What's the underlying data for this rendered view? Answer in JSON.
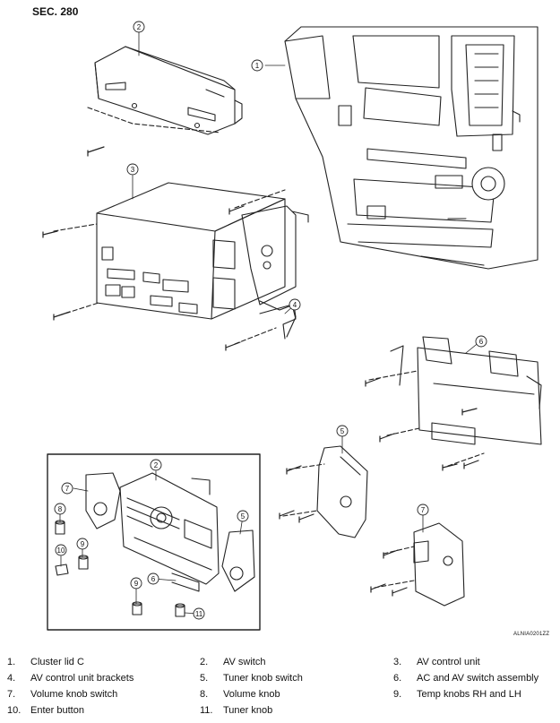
{
  "section": "SEC. 280",
  "figure_code": "ALNIA0201ZZ",
  "callouts": [
    "1",
    "2",
    "3",
    "4",
    "5",
    "6",
    "7",
    "8",
    "9",
    "10",
    "11"
  ],
  "legend": [
    {
      "num": "1.",
      "label": "Cluster lid C"
    },
    {
      "num": "2.",
      "label": "AV switch"
    },
    {
      "num": "3.",
      "label": "AV control unit"
    },
    {
      "num": "4.",
      "label": "AV control unit brackets"
    },
    {
      "num": "5.",
      "label": "Tuner knob switch"
    },
    {
      "num": "6.",
      "label": "AC and AV switch assembly"
    },
    {
      "num": "7.",
      "label": "Volume knob switch"
    },
    {
      "num": "8.",
      "label": "Volume knob"
    },
    {
      "num": "9.",
      "label": "Temp knobs RH and LH"
    },
    {
      "num": "10.",
      "label": "Enter button"
    },
    {
      "num": "11.",
      "label": "Tuner knob"
    }
  ]
}
